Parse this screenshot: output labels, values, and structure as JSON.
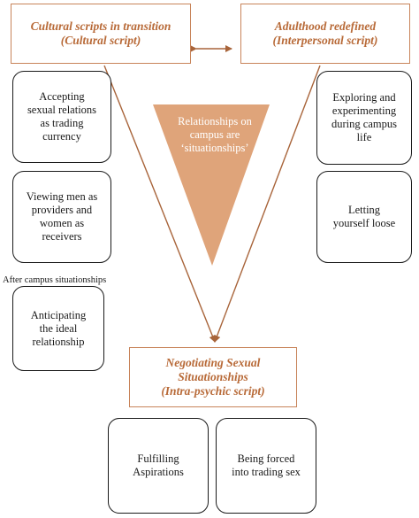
{
  "top_left": {
    "title": "Cultural scripts in transition",
    "subtitle": "(Cultural script)"
  },
  "top_right": {
    "title": "Adulthood redefined",
    "subtitle": "(Interpersonal script)"
  },
  "center": {
    "line1": "Relationships on",
    "line2": "campus are",
    "line3": "‘situationships’"
  },
  "left_boxes": [
    {
      "lines": [
        "Accepting",
        "sexual relations",
        "as trading",
        "currency"
      ]
    },
    {
      "lines": [
        "Viewing men as",
        "providers and",
        "women as",
        "receivers"
      ]
    },
    {
      "lines": [
        "Anticipating",
        "the ideal",
        "relationship"
      ]
    }
  ],
  "caption": "After campus situationships",
  "right_boxes": [
    {
      "lines": [
        "Exploring and",
        "experimenting",
        "during campus",
        "life"
      ]
    },
    {
      "lines": [
        "Letting",
        "yourself loose"
      ]
    }
  ],
  "bottom": {
    "line1": "Negotiating Sexual",
    "line2": "Situationships",
    "line3": "(Intra-psychic script)"
  },
  "bottom_boxes": [
    {
      "lines": [
        "Fulfilling",
        "Aspirations"
      ]
    },
    {
      "lines": [
        "Being forced",
        "into trading sex"
      ]
    }
  ],
  "colors": {
    "accent": "#b86a38",
    "triangle": "#dfa47a",
    "border": "#1a1a1a"
  }
}
